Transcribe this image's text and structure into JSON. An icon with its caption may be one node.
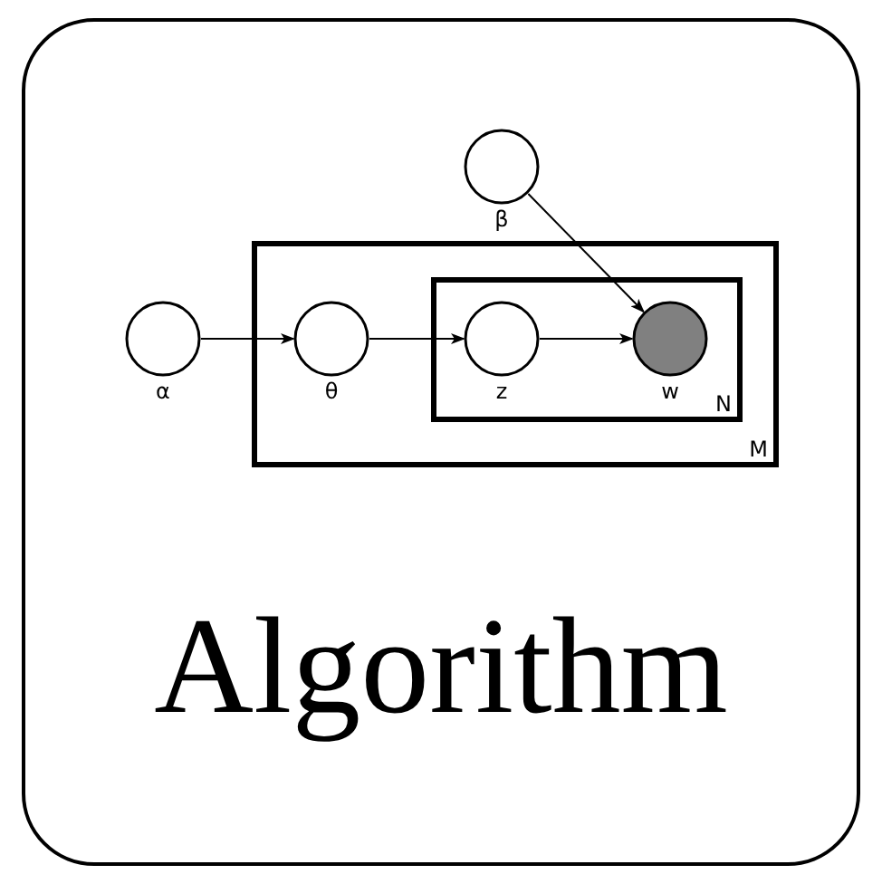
{
  "diagram": {
    "nodes": [
      {
        "text": [
          "Algorithm"
        ]
      },
      {
        "text": [
          "β"
        ],
        "in": 0
      },
      {
        "text": [
          "M"
        ],
        "in": 0
      },
      {
        "text": [
          "α"
        ],
        "in": 0
      },
      {
        "text": [
          "θ"
        ],
        "in": 2
      },
      {
        "text": [
          "N"
        ],
        "in": 2
      },
      {
        "text": [
          "z"
        ],
        "in": 5
      },
      {
        "text": [
          "w"
        ],
        "in": 5
      }
    ],
    "edges": [
      {
        "from": 3,
        "to": 4,
        "arrow": "to"
      },
      {
        "from": 4,
        "to": 6,
        "arrow": "to"
      },
      {
        "from": 6,
        "to": 7,
        "arrow": "to"
      },
      {
        "from": 1,
        "to": 7,
        "arrow": "to"
      }
    ]
  }
}
